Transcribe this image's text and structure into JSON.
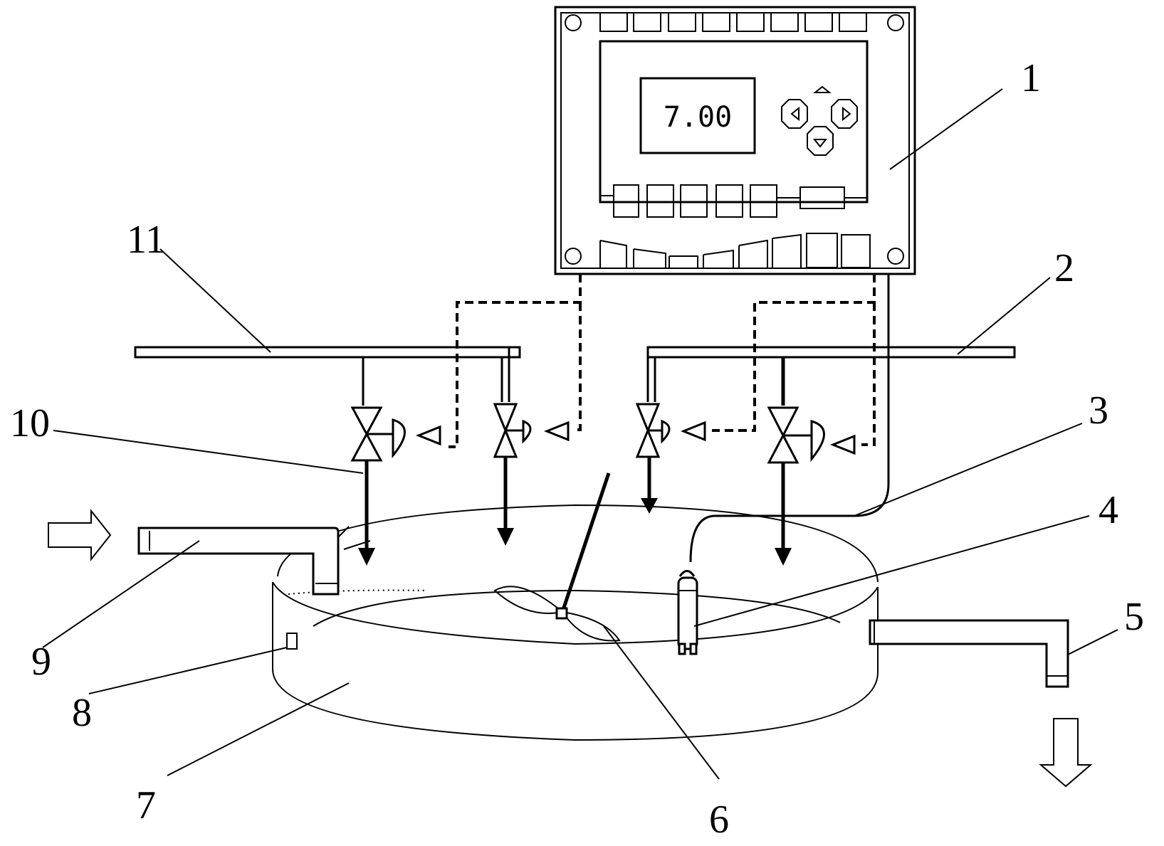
{
  "display": {
    "reading": "7.00"
  },
  "labels": [
    {
      "id": "label-1",
      "text": "1"
    },
    {
      "id": "label-2",
      "text": "2"
    },
    {
      "id": "label-3",
      "text": "3"
    },
    {
      "id": "label-4",
      "text": "4"
    },
    {
      "id": "label-5",
      "text": "5"
    },
    {
      "id": "label-6",
      "text": "6"
    },
    {
      "id": "label-7",
      "text": "7"
    },
    {
      "id": "label-8",
      "text": "8"
    },
    {
      "id": "label-9",
      "text": "9"
    },
    {
      "id": "label-10",
      "text": "10"
    },
    {
      "id": "label-11",
      "text": "11"
    }
  ]
}
